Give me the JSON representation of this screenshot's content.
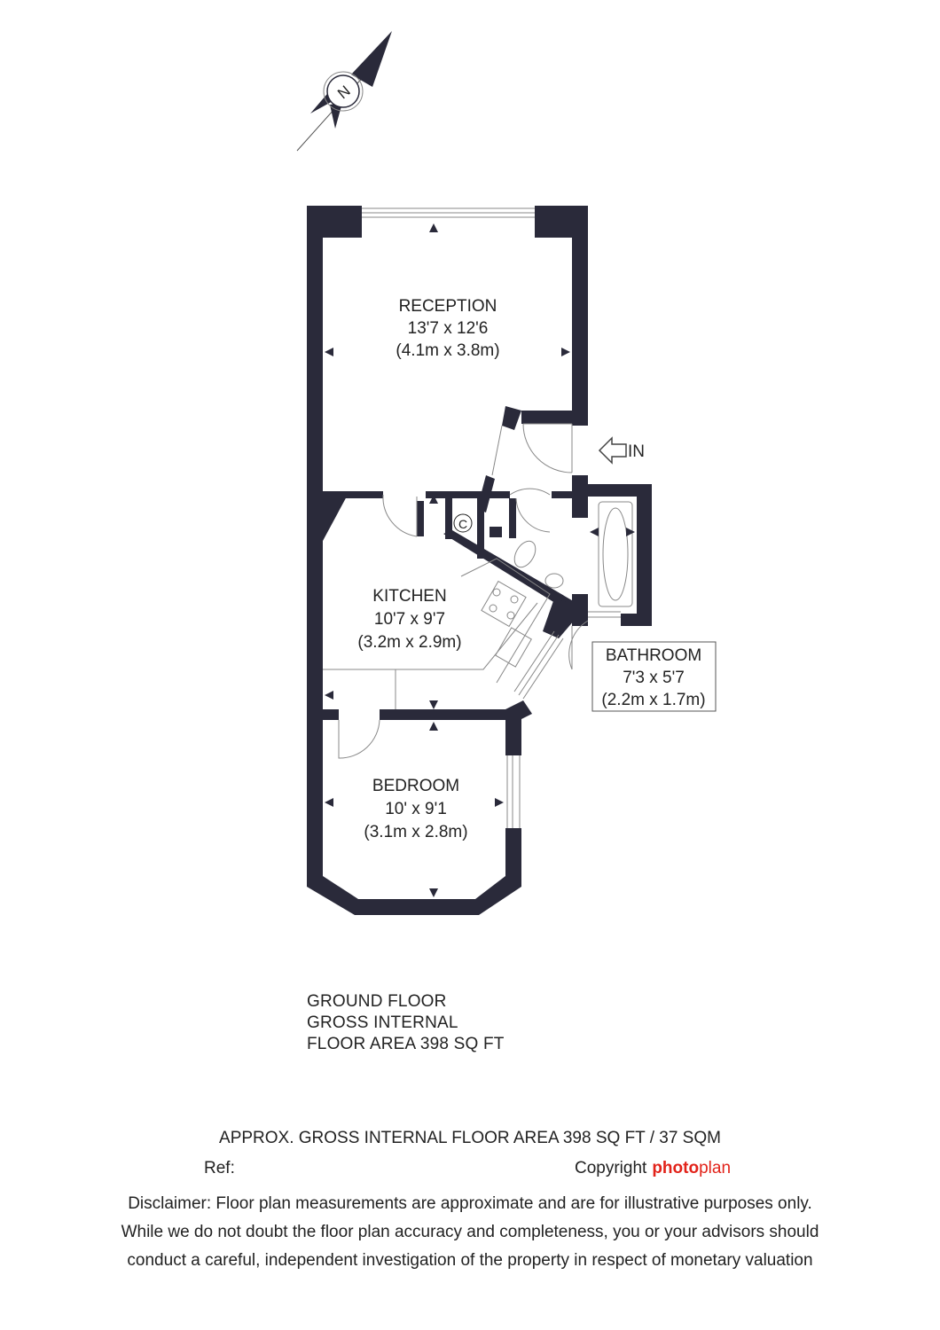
{
  "compass": {
    "letter": "N"
  },
  "rooms": [
    {
      "id": "reception",
      "name": "RECEPTION",
      "imperial": "13'7 x 12'6",
      "metric": "(4.1m x 3.8m)"
    },
    {
      "id": "kitchen",
      "name": "KITCHEN",
      "imperial": "10'7 x 9'7",
      "metric": "(3.2m x 2.9m)"
    },
    {
      "id": "bathroom",
      "name": "BATHROOM",
      "imperial": "7'3 x 5'7",
      "metric": "(2.2m x 1.7m)"
    },
    {
      "id": "bedroom",
      "name": "BEDROOM",
      "imperial": "10' x 9'1",
      "metric": "(3.1m x 2.8m)"
    }
  ],
  "entrance": {
    "label": "IN"
  },
  "cupboard": {
    "label": "C"
  },
  "floor_info": {
    "line1": "GROUND FLOOR",
    "line2": "GROSS INTERNAL",
    "line3": "FLOOR AREA 398 SQ FT"
  },
  "footer": {
    "approx": "APPROX. GROSS INTERNAL FLOOR AREA 398 SQ FT / 37 SQM",
    "ref_label": "Ref:",
    "copyright_label": "Copyright",
    "brand_part1": "photo",
    "brand_part2": "plan",
    "disclaimer_lines": [
      "Disclaimer: Floor plan measurements are approximate and are for illustrative purposes only.",
      "While we do not doubt the floor plan accuracy and completeness, you or your advisors should",
      "conduct a careful, independent investigation of the property in respect of monetary valuation"
    ]
  },
  "colors": {
    "wall": "#2a2a3a",
    "brand": "#e2231a",
    "text": "#222222",
    "thin_line": "#888888"
  }
}
